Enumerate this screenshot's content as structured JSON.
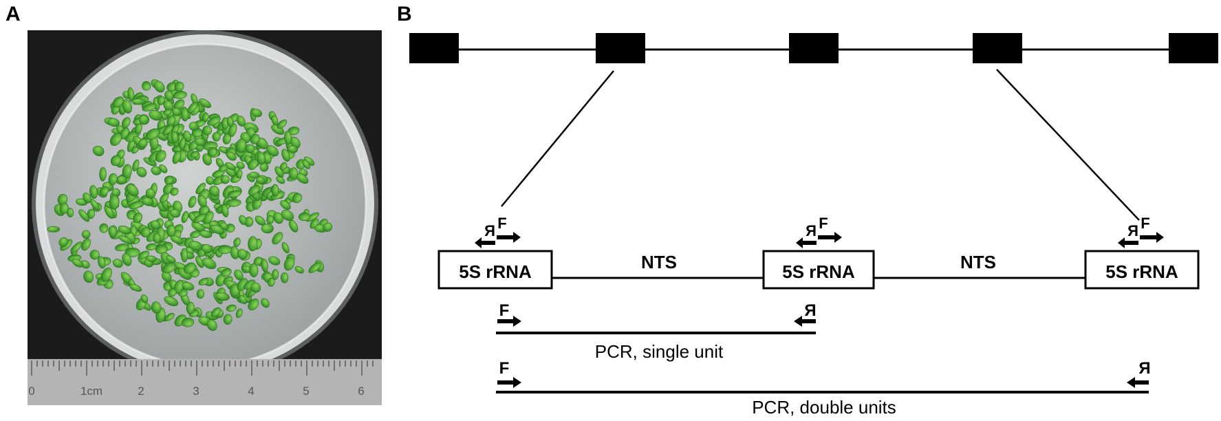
{
  "panels": {
    "a_label": "A",
    "b_label": "B"
  },
  "photo": {
    "ruler_labels": [
      "0",
      "1cm",
      "2",
      "3",
      "4",
      "5",
      "6"
    ]
  },
  "diagram": {
    "rrna_label": "5S rRNA",
    "nts_label": "NTS",
    "forward_primer": "F",
    "reverse_primer": "R",
    "pcr_single": "PCR, single unit",
    "pcr_double": "PCR, double units"
  },
  "colors": {
    "background_photo": "#1b1b1b",
    "agar": "#b9bdbd",
    "plant_green": "#52a83a",
    "ruler": "#b4b4b4",
    "ink": "#000000"
  }
}
